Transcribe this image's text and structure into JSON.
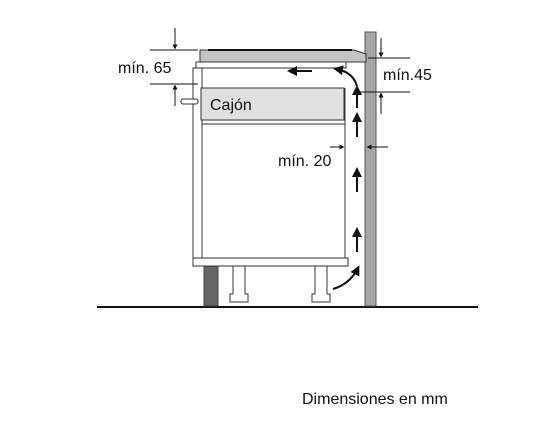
{
  "labels": {
    "min_65": "mín. 65",
    "min_45": "mín.45",
    "min_20": "mín. 20",
    "drawer": "Cajón"
  },
  "caption": "Dimensiones en mm",
  "colors": {
    "wall": "#a6a6a6",
    "plinth": "#666666",
    "drawer_fill": "#e0e0e0",
    "hob_fill": "#c4c4c4",
    "line": "#111111"
  },
  "icons": {
    "airflow_arrow": "arrow-up-icon",
    "air_exit_arrow": "arrow-left-icon"
  }
}
